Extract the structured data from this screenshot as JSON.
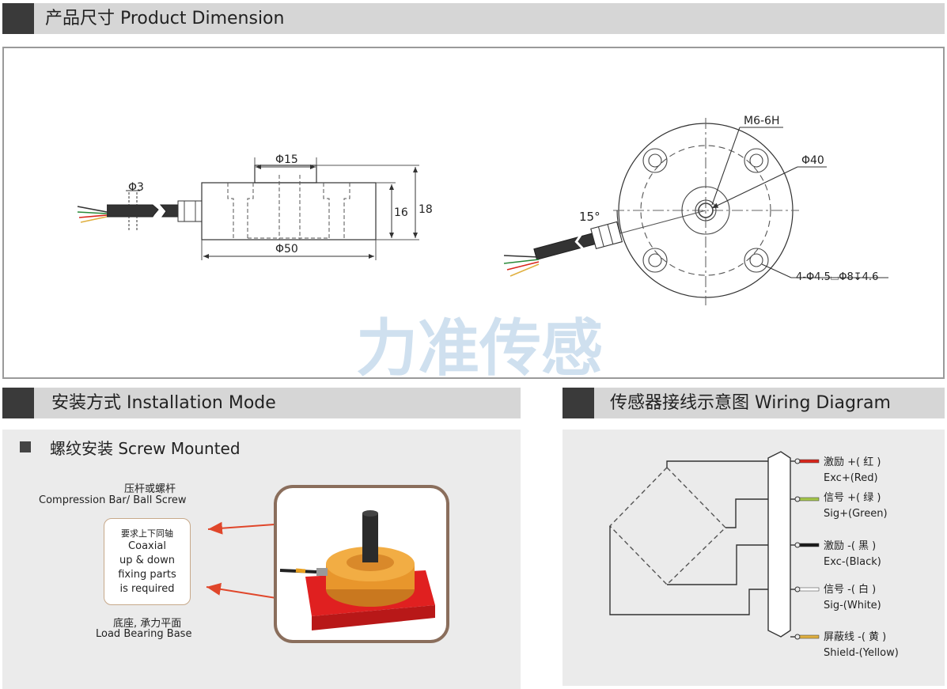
{
  "sections": {
    "dimension_title": "产品尺寸 Product Dimension",
    "installation_title": "安装方式 Installation Mode",
    "wiring_title": "传感器接线示意图  Wiring Diagram"
  },
  "dimensions": {
    "cable_dia": "Φ3",
    "boss_dia": "Φ15",
    "body_dia": "Φ50",
    "inner_height": "16",
    "total_height": "18",
    "thread": "M6-6H",
    "pcd": "Φ40",
    "angle": "15°",
    "holes": "4-Φ4.5⌴Φ8↧4.6",
    "watermark": "力准传感"
  },
  "installation": {
    "mode_title": "螺纹安装 Screw Mounted",
    "bar_zh": "压杆或螺杆",
    "bar_en": "Compression Bar/ Ball Screw",
    "note_zh": "要求上下同轴",
    "note_en": [
      "Coaxial",
      "up & down",
      "fixing parts",
      "is required"
    ],
    "base_zh": "底座, 承力平面",
    "base_en": "Load Bearing Base"
  },
  "wiring": {
    "wires": [
      {
        "zh": "激励 +( 红 )",
        "en": "Exc+(Red)",
        "color": "#d9261c"
      },
      {
        "zh": "信号 +( 绿 )",
        "en": "Sig+(Green)",
        "color": "#a4c64a"
      },
      {
        "zh": "激励 -( 黑 )",
        "en": "Exc-(Black)",
        "color": "#1a1a1a"
      },
      {
        "zh": "信号 -( 白 )",
        "en": "Sig-(White)",
        "color": "#ffffff"
      },
      {
        "zh": "屏蔽线 -( 黄 )",
        "en": "Shield-(Yellow)",
        "color": "#e0b040"
      }
    ]
  },
  "colors": {
    "header_block": "#3a3a3a",
    "header_bg": "#d6d6d6",
    "watermark": "#cfe0ef",
    "arrow": "#e0462a"
  }
}
